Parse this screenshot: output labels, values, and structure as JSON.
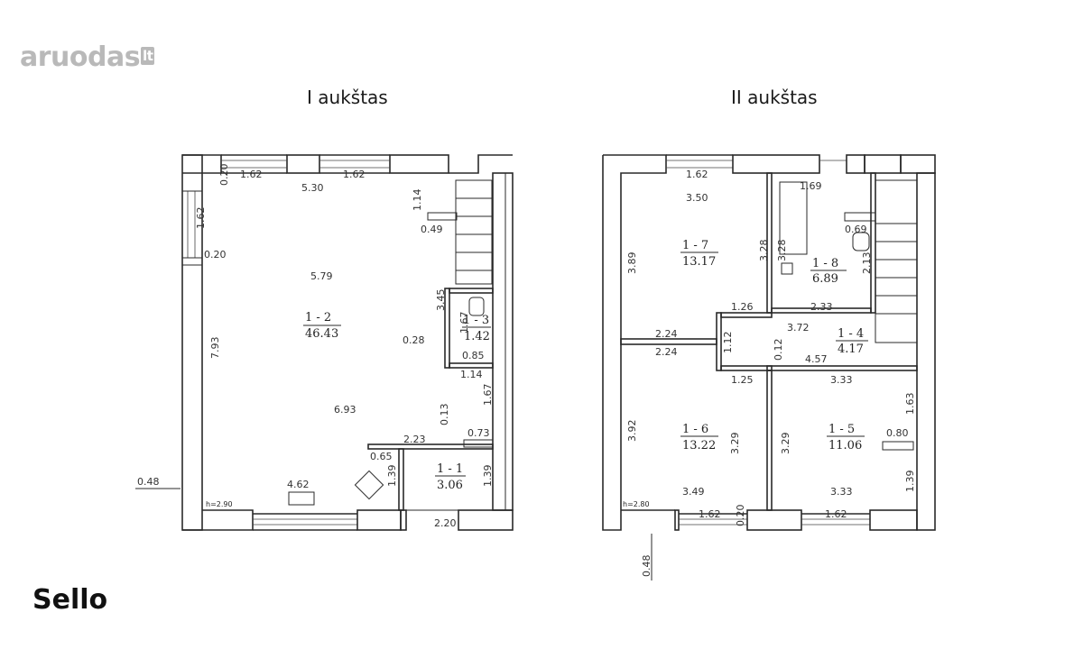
{
  "watermark": {
    "text": "aruodas",
    "tld": "lt"
  },
  "brand": "Sello",
  "floors": [
    {
      "title": "I aukštas"
    },
    {
      "title": "II aukštas"
    }
  ],
  "floor1": {
    "rooms": [
      {
        "num": "1 - 2",
        "area": "46.43"
      },
      {
        "num": "1 - 3",
        "area": "1.42"
      },
      {
        "num": "1 - 1",
        "area": "3.06"
      }
    ],
    "height": "h=2.90",
    "dims": [
      "0.20",
      "1.62",
      "1.62",
      "5.30",
      "1.14",
      "0.49",
      "1.62",
      "0.20",
      "5.79",
      "3.45",
      "1.67",
      "0.28",
      "0.85",
      "1.14",
      "7.93",
      "1.67",
      "6.93",
      "0.13",
      "0.73",
      "2.23",
      "0.65",
      "1.39",
      "1.39",
      "4.62",
      "2.20",
      "0.48"
    ]
  },
  "floor2": {
    "rooms": [
      {
        "num": "1 - 7",
        "area": "13.17"
      },
      {
        "num": "1 - 8",
        "area": "6.89"
      },
      {
        "num": "1 - 4",
        "area": "4.17"
      },
      {
        "num": "1 - 6",
        "area": "13.22"
      },
      {
        "num": "1 - 5",
        "area": "11.06"
      }
    ],
    "height": "h=2.80",
    "dims": [
      "1.62",
      "3.50",
      "1.69",
      "3.28",
      "3.28",
      "0.69",
      "3.89",
      "2.13",
      "1.26",
      "2.33",
      "3.72",
      "2.24",
      "1.12",
      "0.12",
      "4.57",
      "2.24",
      "1.25",
      "3.33",
      "1.63",
      "3.92",
      "3.29",
      "3.29",
      "0.80",
      "3.49",
      "1.39",
      "1.62",
      "0.20",
      "3.33",
      "1.62",
      "0.48"
    ]
  }
}
